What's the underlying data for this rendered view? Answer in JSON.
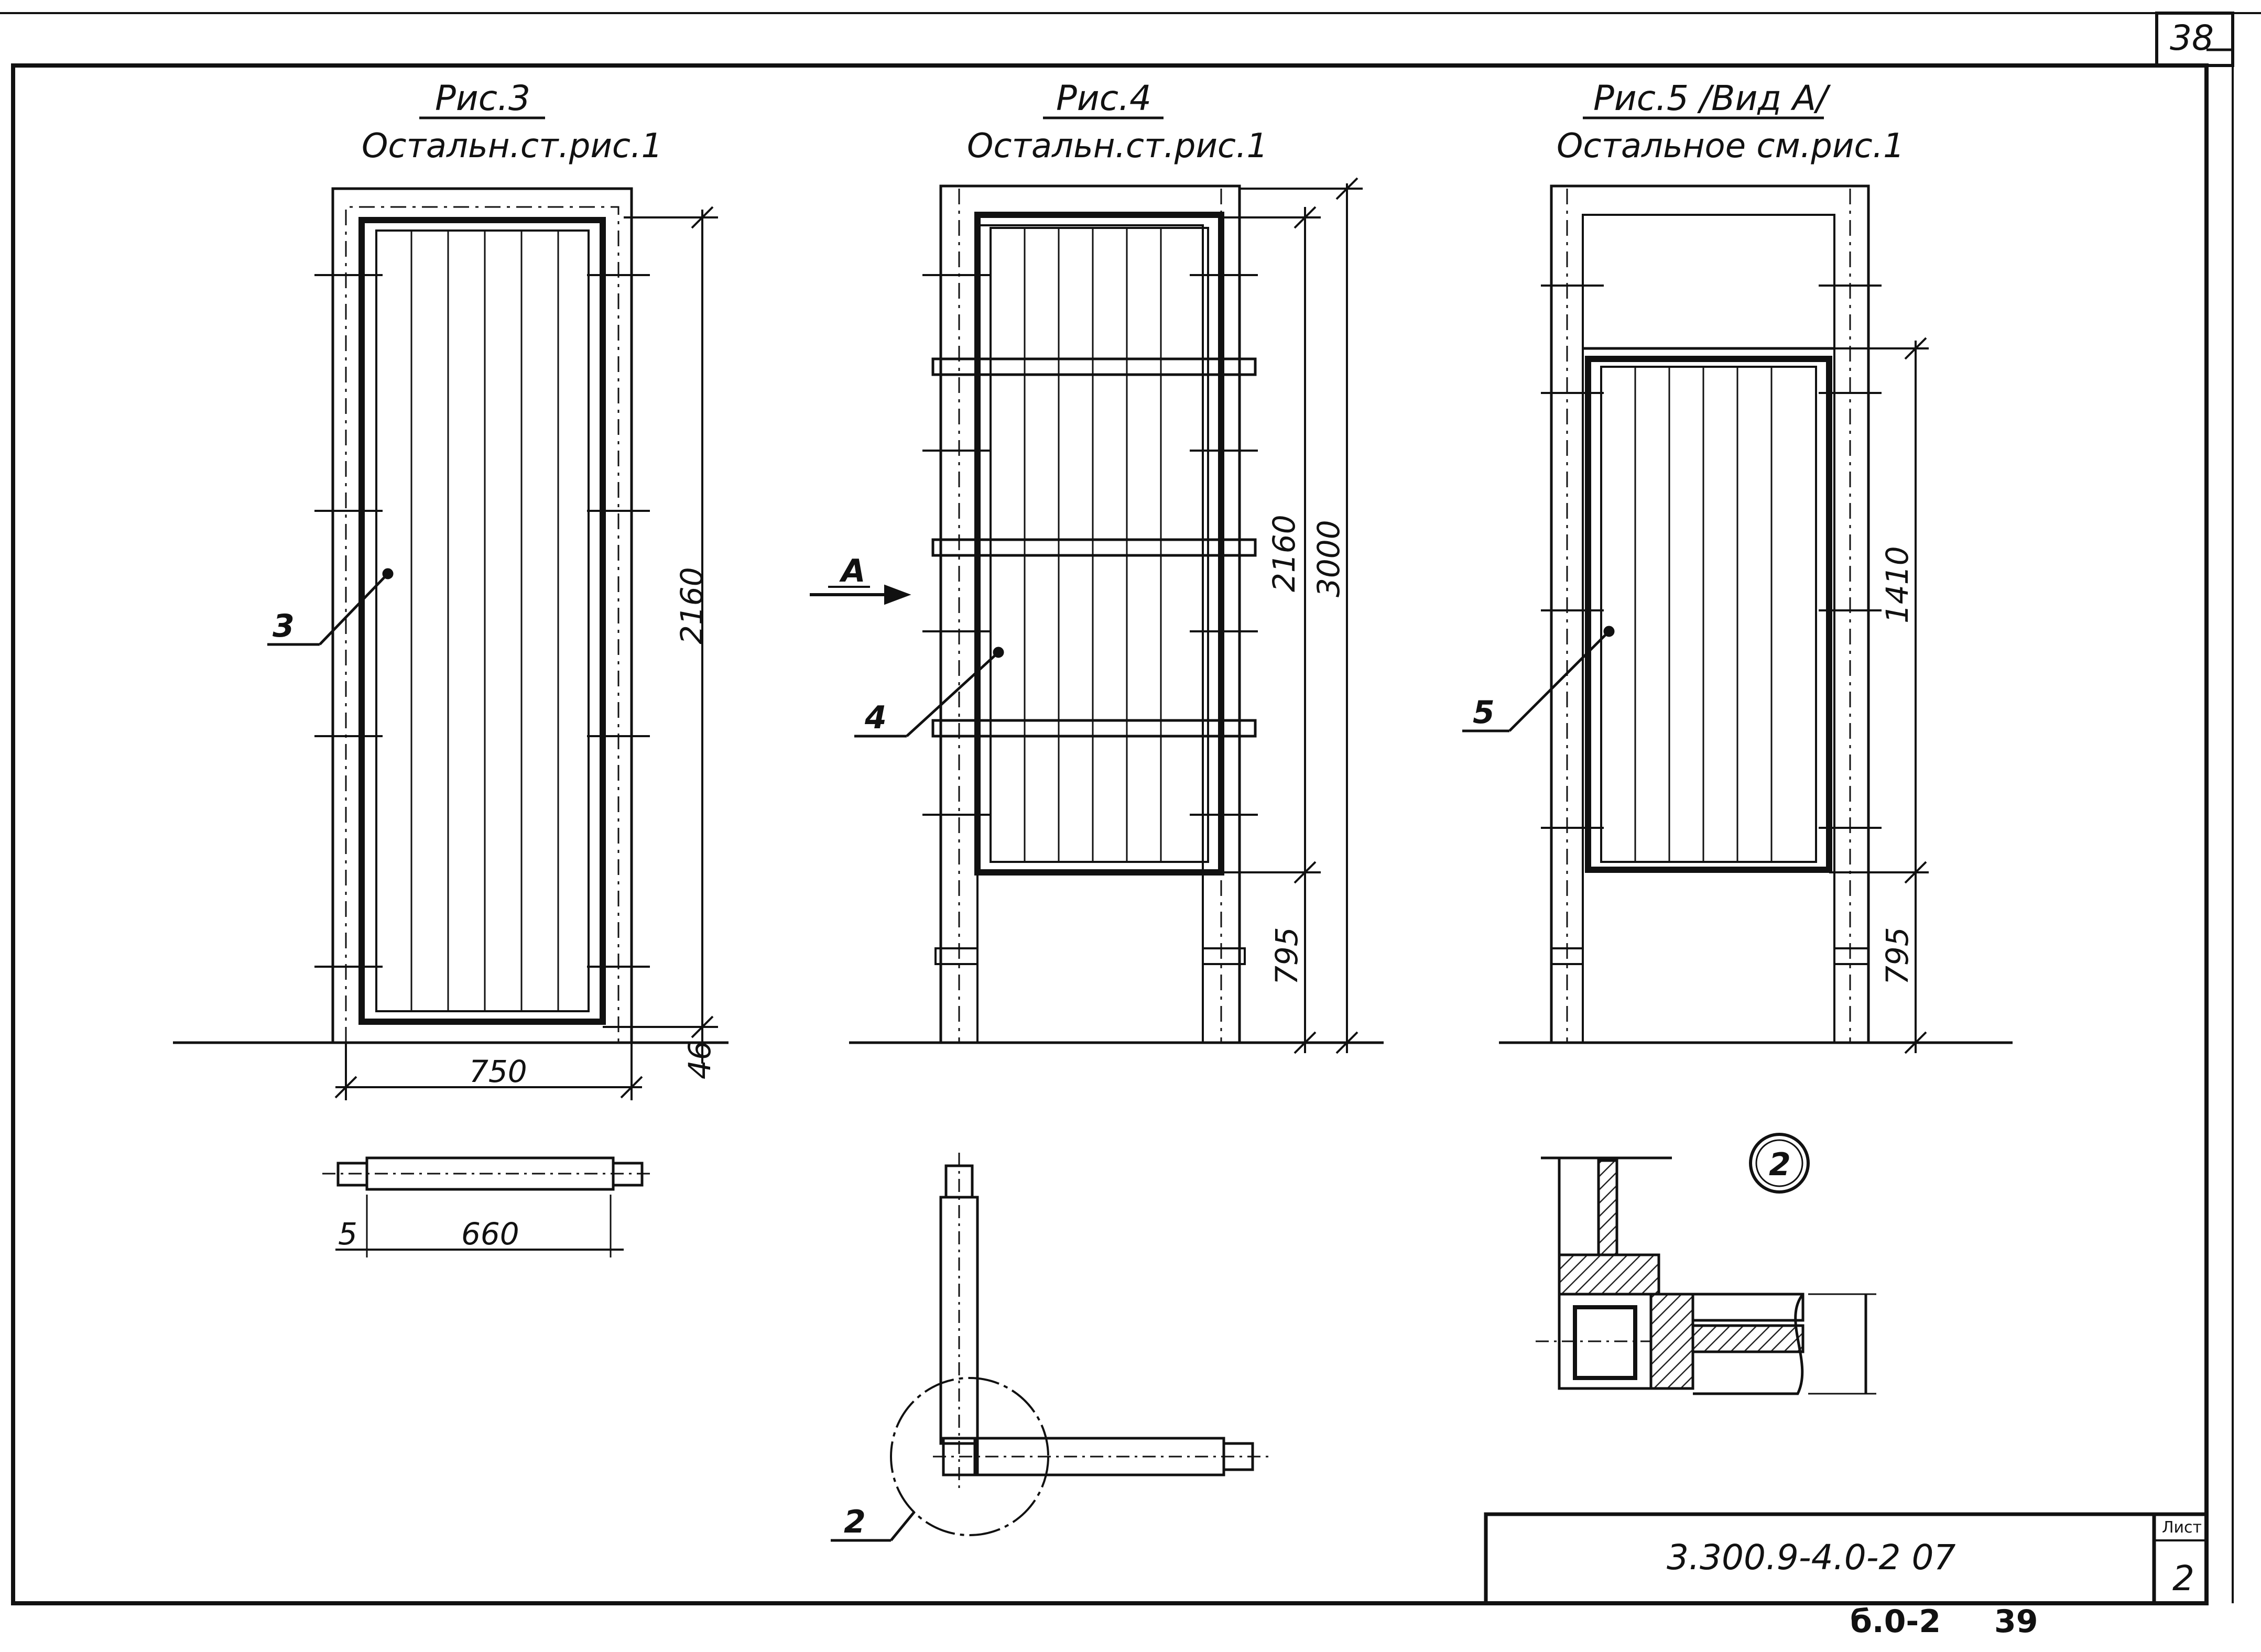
{
  "sheet": {
    "corner_number": "38",
    "stamp_bottom": "б.0-2",
    "stamp_bottom_page": "39"
  },
  "fig3": {
    "title": "Рис.3",
    "subtitle": "Остальн.ст.рис.1",
    "dim_height": "2160",
    "dim_width": "750",
    "dim_gap": "46",
    "dim_plan_offset": "5",
    "dim_plan_width": "660",
    "callout": "3"
  },
  "fig4": {
    "title": "Рис.4",
    "subtitle": "Остальн.ст.рис.1",
    "dim_panel": "2160",
    "dim_total": "3000",
    "dim_bottom": "795",
    "callout": "4",
    "view_marker": "А",
    "callout_node": "2"
  },
  "fig5": {
    "title": "Рис.5 /Вид А/",
    "subtitle": "Остальное см.рис.1",
    "dim_panel": "1410",
    "dim_bottom": "795",
    "callout": "5"
  },
  "node": {
    "label": "2"
  },
  "title_block": {
    "code": "3.300.9-4.0-2 07",
    "sheet_label": "Лист",
    "sheet_number": "2"
  }
}
